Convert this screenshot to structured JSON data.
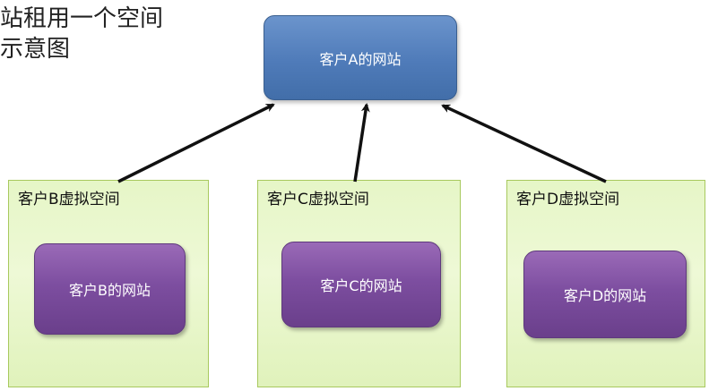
{
  "caption": {
    "line1": "站租用一个空间",
    "line2": "示意图"
  },
  "host": {
    "label": "客户A的网站",
    "color": "#5580bf"
  },
  "spaces": [
    {
      "label": "客户B虚拟空间",
      "site_label": "客户B的网站"
    },
    {
      "label": "客户C虚拟空间",
      "site_label": "客户C的网站"
    },
    {
      "label": "客户D虚拟空间",
      "site_label": "客户D的网站"
    }
  ],
  "colors": {
    "space_fill": "#e9f7cf",
    "site_fill": "#7d4ea0",
    "arrow": "#111111"
  }
}
